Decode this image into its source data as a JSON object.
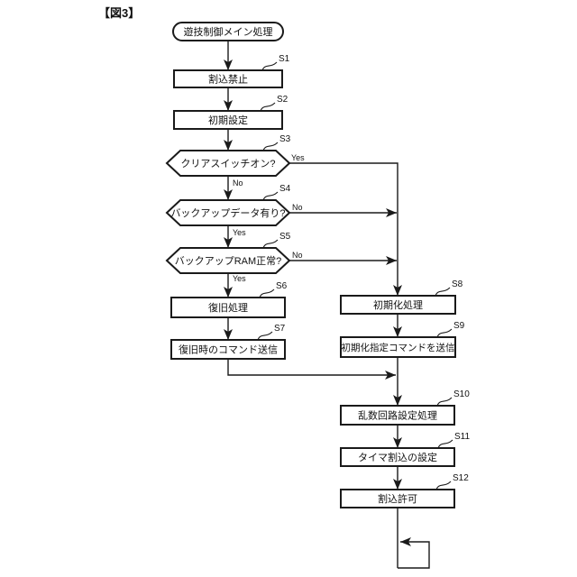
{
  "title": "【図3】",
  "colors": {
    "line": "#1a1a1a",
    "background": "#ffffff"
  },
  "nodes": {
    "start": "遊技制御メイン処理",
    "s1": "割込禁止",
    "s2": "初期設定",
    "s3": "クリアスイッチオン?",
    "s4": "バックアップデータ有り?",
    "s5": "バックアップRAM正常?",
    "s6": "復旧処理",
    "s7": "復旧時のコマンド送信",
    "s8": "初期化処理",
    "s9": "初期化指定コマンドを送信",
    "s10": "乱数回路設定処理",
    "s11": "タイマ割込の設定",
    "s12": "割込許可"
  },
  "labels": {
    "s1": "S1",
    "s2": "S2",
    "s3": "S3",
    "s4": "S4",
    "s5": "S5",
    "s6": "S6",
    "s7": "S7",
    "s8": "S8",
    "s9": "S9",
    "s10": "S10",
    "s11": "S11",
    "s12": "S12"
  },
  "branches": {
    "s3_yes": "Yes",
    "s3_no": "No",
    "s4_no": "No",
    "s4_yes": "Yes",
    "s5_no": "No",
    "s5_yes": "Yes"
  }
}
